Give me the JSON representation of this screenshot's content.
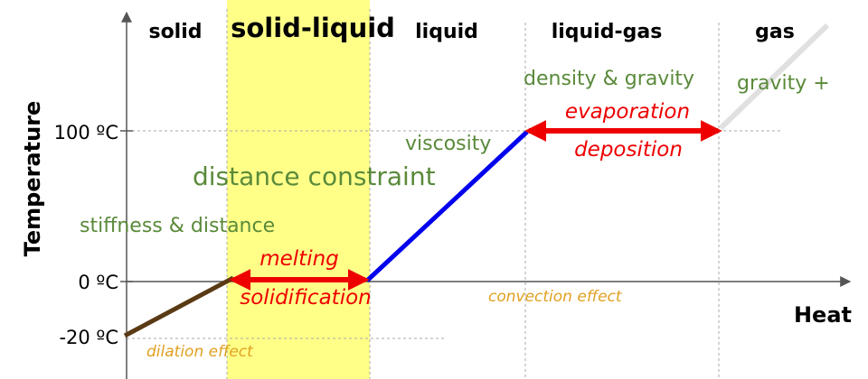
{
  "axes": {
    "x_label": "Heat",
    "y_label": "Temperature",
    "ticks": [
      "100 ºC",
      "0 ºC",
      "-20 ºC"
    ]
  },
  "phases": {
    "solid": "solid",
    "solid_liquid": "solid-liquid",
    "liquid": "liquid",
    "liquid_gas": "liquid-gas",
    "gas": "gas"
  },
  "transitions": {
    "melting": "melting",
    "solidification": "solidification",
    "evaporation": "evaporation",
    "deposition": "deposition"
  },
  "constraints": {
    "stiffness": "stiffness & distance",
    "distance": "distance constraint",
    "viscosity": "viscosity",
    "density": "density & gravity",
    "gravity": "gravity +"
  },
  "effects": {
    "dilation": "dilation effect",
    "convection": "convection effect"
  },
  "colors": {
    "highlight": "#ffff88",
    "solid_line": "#5a3a14",
    "liquid_line": "#0000ee",
    "gas_line": "#e0e0e0",
    "transition_red": "#ee0000",
    "constraint_green": "#5a8a3a",
    "effect_orange": "#e0a020"
  }
}
